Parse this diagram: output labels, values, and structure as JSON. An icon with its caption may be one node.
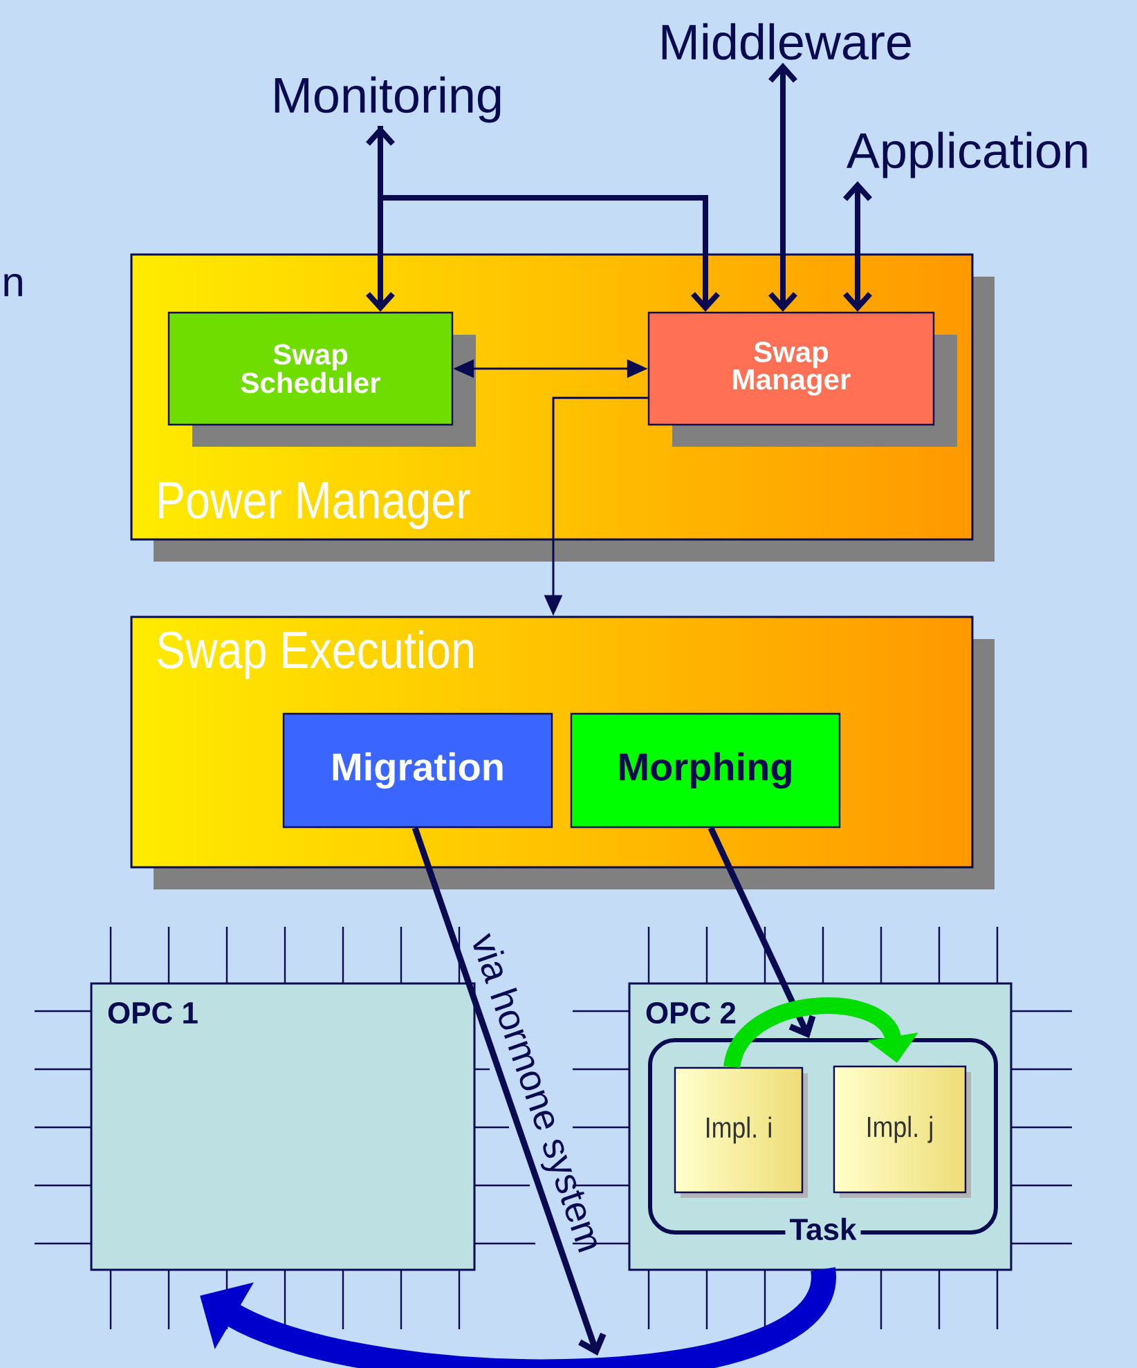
{
  "diagram": {
    "nodes": [
      {
        "text": [
          "Monitoring"
        ]
      },
      {
        "text": [
          "Middleware"
        ]
      },
      {
        "text": [
          "Application"
        ]
      },
      {
        "text": [
          "Power Manager"
        ]
      },
      {
        "text": [
          "Swap Scheduler"
        ],
        "in": 3
      },
      {
        "text": [
          "Swap Manager"
        ],
        "in": 3
      },
      {
        "text": [
          "Swap Execution"
        ]
      },
      {
        "text": [
          "Migration"
        ],
        "in": 6
      },
      {
        "text": [
          "Morphing"
        ],
        "in": 6
      },
      {
        "text": [
          "OPC 1"
        ]
      },
      {
        "text": [
          "OPC 2"
        ]
      },
      {
        "text": [
          "Task"
        ],
        "in": 10
      },
      {
        "text": [
          "Impl. i"
        ],
        "in": 11
      },
      {
        "text": [
          "Impl. j"
        ],
        "in": 11
      }
    ],
    "edges": [
      {
        "from": 0,
        "to": 4,
        "arrow": "both"
      },
      {
        "from": 0,
        "to": 5,
        "arrow": "both"
      },
      {
        "from": 1,
        "to": 5,
        "arrow": "both"
      },
      {
        "from": 2,
        "to": 5,
        "arrow": "both"
      },
      {
        "from": 4,
        "to": 5,
        "arrow": "both"
      },
      {
        "from": 5,
        "to": 6,
        "arrow": "to"
      },
      {
        "from": 7,
        "to": null,
        "arrow": "to",
        "label": "via hormone system"
      },
      {
        "from": 8,
        "to": 11,
        "arrow": "to"
      },
      {
        "from": 12,
        "to": 13,
        "arrow": "to",
        "style": "thick",
        "color": "#00dd00"
      },
      {
        "from": 11,
        "to": 9,
        "arrow": "to",
        "style": "thick",
        "color": "#0000cc"
      }
    ],
    "labels": [
      "n"
    ]
  }
}
